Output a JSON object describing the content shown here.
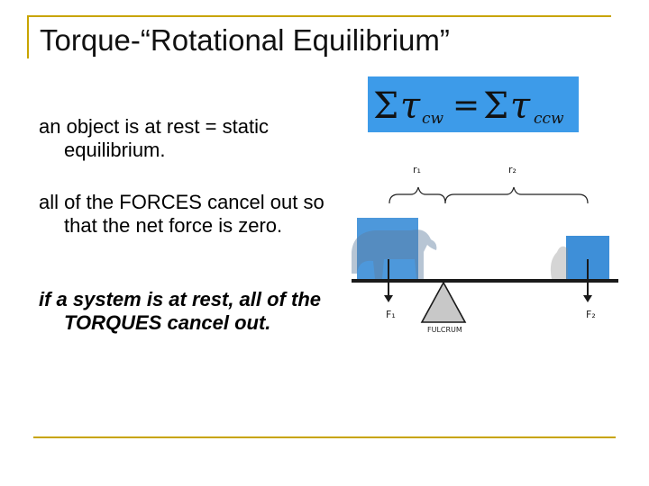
{
  "slide": {
    "title": "Torque-“Rotational Equilibrium”",
    "bullets": [
      "an object is at rest = static equilibrium.",
      "all of the FORCES cancel out so that the net force is zero.",
      "if a system is at rest, all of the TORQUES cancel out."
    ]
  },
  "formula": {
    "sigma": "Σ",
    "tau": "τ",
    "sub_left": "cw",
    "equals": "=",
    "sub_right": "ccw"
  },
  "diagram": {
    "r1": "r₁",
    "r2": "r₂",
    "f1": "F₁",
    "f2": "F₂",
    "fulcrum": "FULCRUM"
  },
  "colors": {
    "accent_rule": "#c8a400",
    "formula_bg": "#3d9be9",
    "box_blue": "#3e8fd8",
    "fulcrum": "#c8c8c8"
  }
}
